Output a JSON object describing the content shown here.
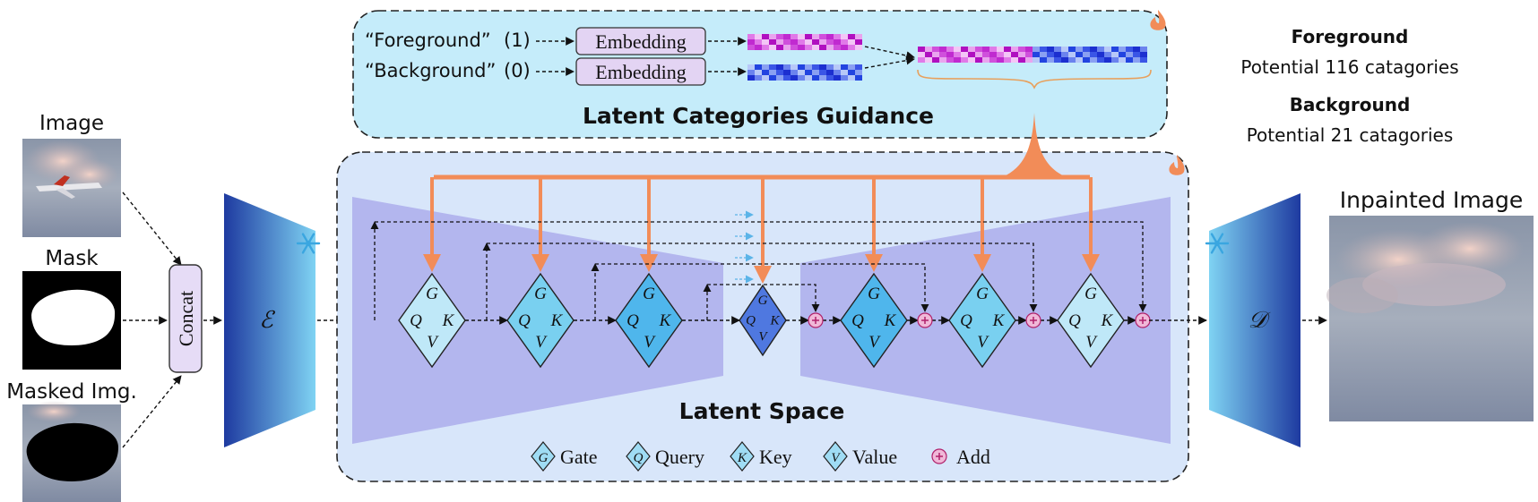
{
  "inputs": {
    "image_label": "Image",
    "mask_label": "Mask",
    "masked_label": "Masked Img."
  },
  "concat_label": "Concat",
  "encoder_symbol": "ℰ",
  "decoder_symbol": "𝒟",
  "output_label": "Inpainted Image",
  "guidance": {
    "title": "Latent Categories Guidance",
    "row1_text": "“Foreground”",
    "row1_value": "(1)",
    "row2_text": "“Background”",
    "row2_value": "(0)",
    "embedding_label": "Embedding"
  },
  "latent_space_title": "Latent Space",
  "block_letters": {
    "gate": "G",
    "query": "Q",
    "key": "K",
    "value": "V"
  },
  "legend": [
    {
      "symbol": "G",
      "label": "Gate"
    },
    {
      "symbol": "Q",
      "label": "Query"
    },
    {
      "symbol": "K",
      "label": "Key"
    },
    {
      "symbol": "V",
      "label": "Value"
    },
    {
      "symbol": "+",
      "label": "Add"
    }
  ],
  "categories": {
    "fg_title": "Foreground",
    "fg_desc": "Potential 116 catagories",
    "bg_title": "Background",
    "bg_desc": "Potential 21 catagories"
  },
  "icons": {
    "frozen": "snowflake-icon",
    "trainable": "flame-icon"
  },
  "colors": {
    "guidance_fill": "#c5ecfa",
    "latent_fill": "#d8e6fa",
    "unet_fill": "#b3b6ee",
    "orange": "#f28c58",
    "concat_fill": "#e6dcf6",
    "embed_fill": "#e3d4f3"
  }
}
